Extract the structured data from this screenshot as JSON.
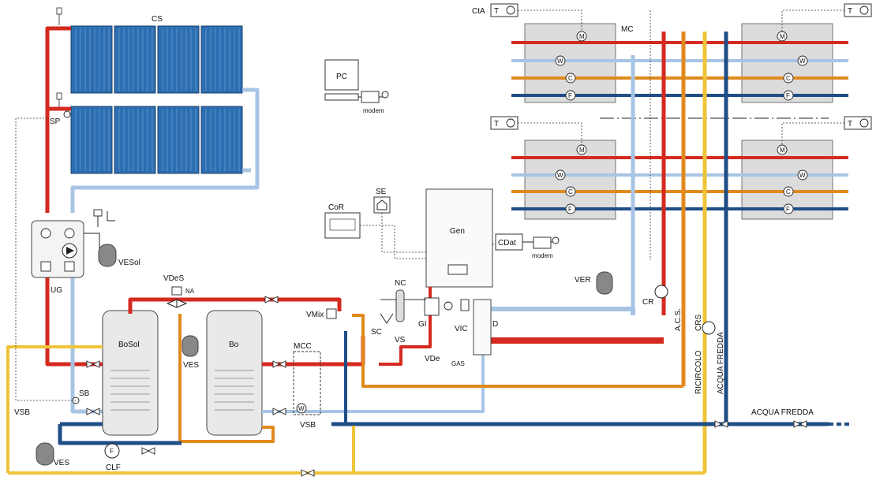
{
  "labels": {
    "cs": "CS",
    "sp": "SP",
    "ug": "UG",
    "vesol": "VESol",
    "pc": "PC",
    "modem_pc": "modem",
    "cta": "CtA",
    "mc": "MC",
    "se": "SE",
    "cor": "CoR",
    "gen": "Gen",
    "cdat": "CDat",
    "modem_cdat": "modem",
    "vdes": "VDeS",
    "na": "NA",
    "bosol": "BoSol",
    "bo": "Bo",
    "ves_mid": "VES",
    "nc": "NC",
    "vmix": "VMix",
    "gi": "GI",
    "vic": "VIC",
    "d": "D",
    "ver": "VER",
    "cr": "CR",
    "acs": "A.C.S.",
    "crs": "CRS",
    "ricircolo": "RICIRCOLO",
    "acqua_fredda_v": "ACQUA FREDDA",
    "acqua_fredda_h": "ACQUA FREDDA",
    "mcc": "MCC",
    "sc": "SC",
    "vs": "VS",
    "vde": "VDe",
    "gas": "GAS",
    "sb": "SB",
    "vsb_left": "VSB",
    "vsb_right": "VSB",
    "ves_left": "VES",
    "clf": "CLF",
    "thermostat_t": "T",
    "w": "W",
    "c": "C",
    "f": "F",
    "m": "M"
  },
  "colors": {
    "hot": "#d42a20",
    "cold": "#1f4e86",
    "light_blue": "#a8c4e4",
    "orange": "#e08a1e",
    "yellow": "#efc43a",
    "panel": "#2c6eb2",
    "room": "#dcdcdc"
  }
}
